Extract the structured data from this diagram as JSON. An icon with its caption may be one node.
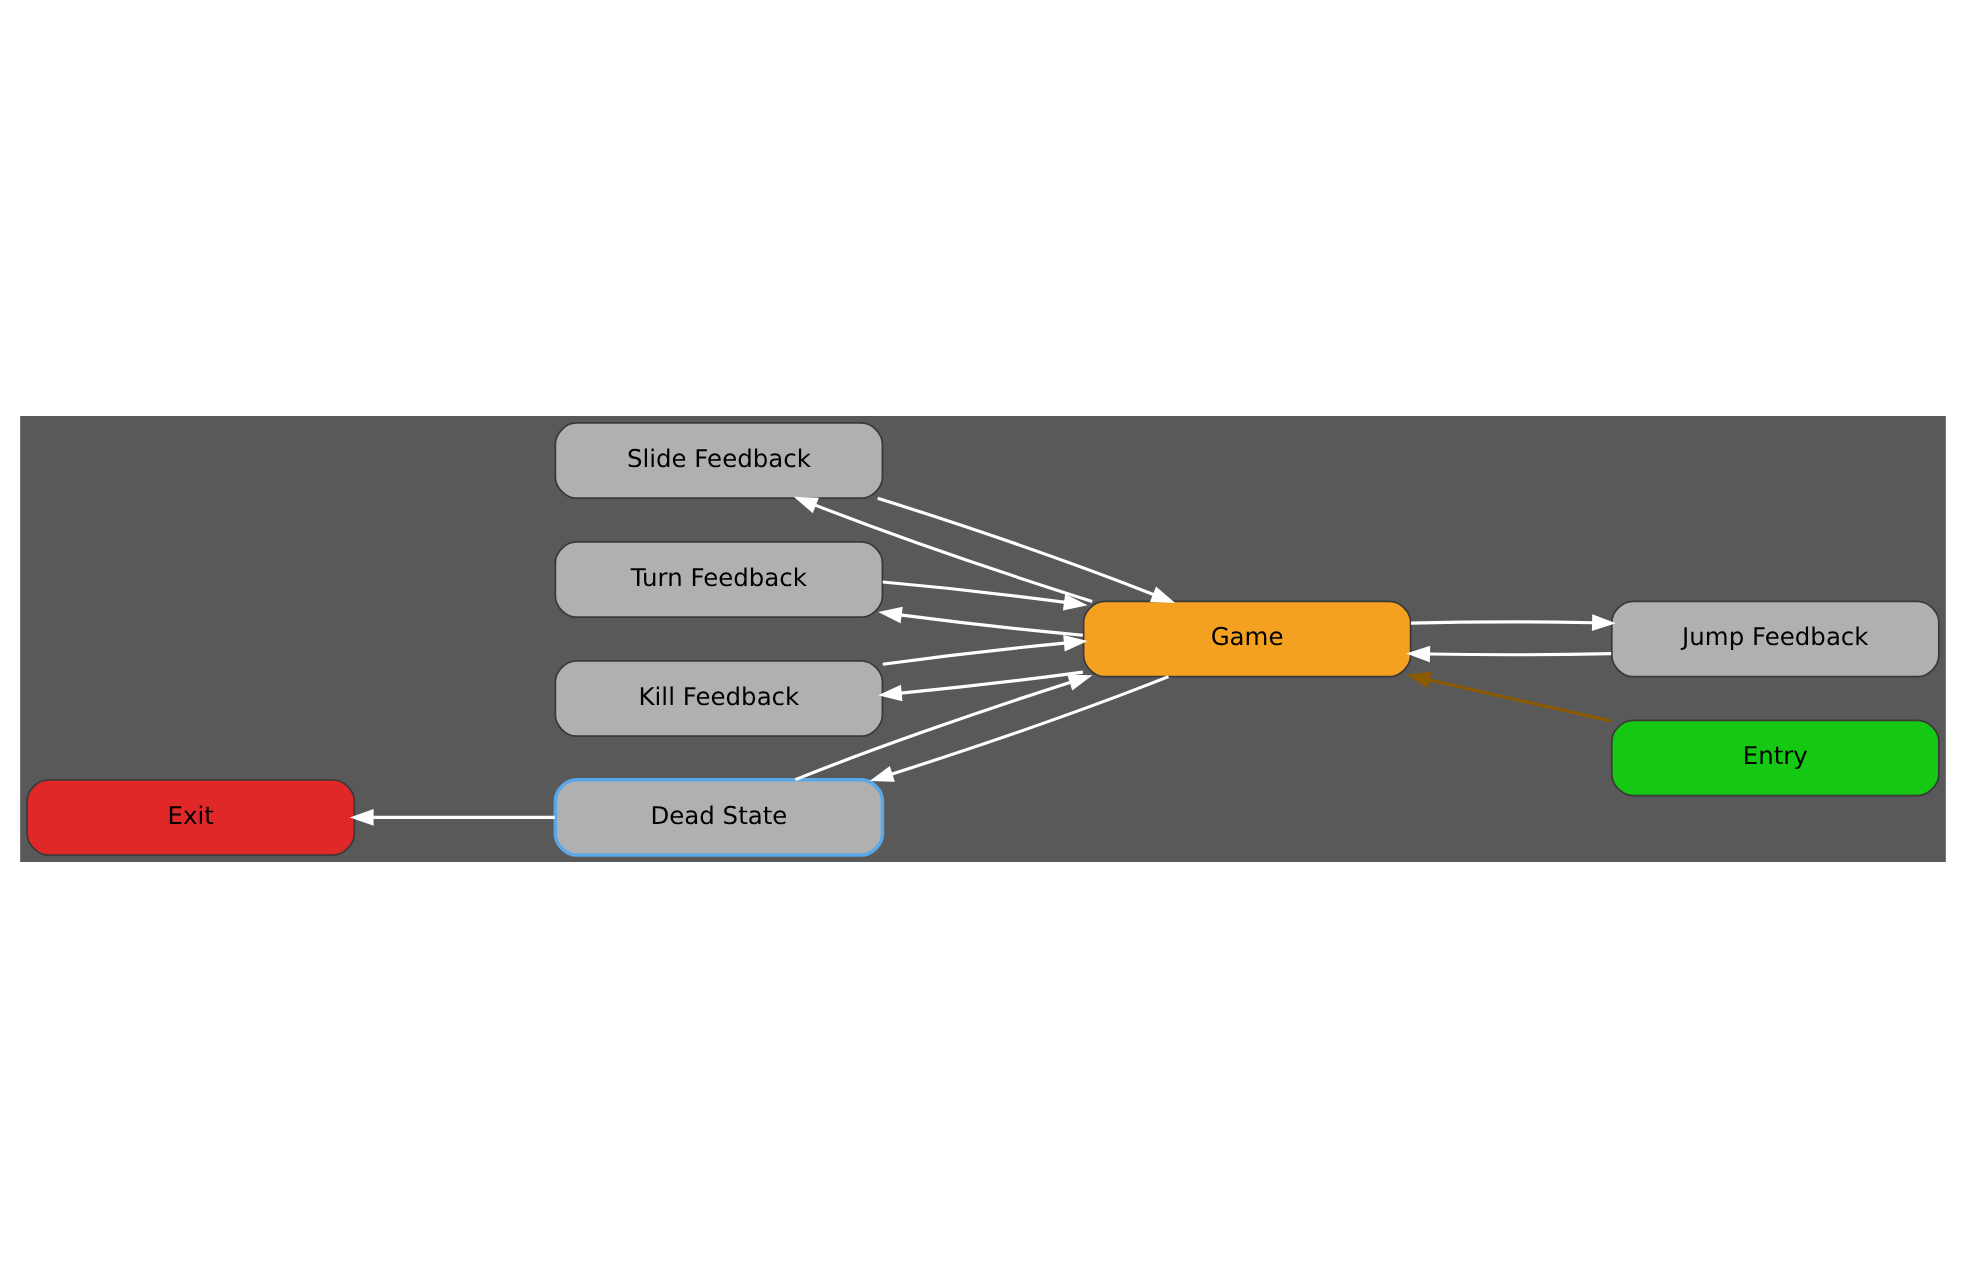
{
  "diagram": {
    "nodes": [
      {
        "text": [
          "Jump Feedback"
        ]
      },
      {
        "text": [
          "Slide Feedback"
        ]
      },
      {
        "text": [
          "Turn Feedback"
        ]
      },
      {
        "text": [
          "Kill Feedback"
        ]
      },
      {
        "text": [
          "Entry"
        ]
      },
      {
        "text": [
          "Game"
        ]
      },
      {
        "text": [
          "Dead State"
        ]
      },
      {
        "text": [
          "Exit"
        ]
      }
    ],
    "edges": [
      {
        "from": 4,
        "to": 5,
        "arrow": "to",
        "color": "#8b5a00"
      },
      {
        "from": 5,
        "to": 0,
        "arrow": "to"
      },
      {
        "from": 0,
        "to": 5,
        "arrow": "to"
      },
      {
        "from": 5,
        "to": 1,
        "arrow": "to"
      },
      {
        "from": 1,
        "to": 5,
        "arrow": "to"
      },
      {
        "from": 5,
        "to": 2,
        "arrow": "to"
      },
      {
        "from": 2,
        "to": 5,
        "arrow": "to"
      },
      {
        "from": 5,
        "to": 3,
        "arrow": "to"
      },
      {
        "from": 3,
        "to": 5,
        "arrow": "to"
      },
      {
        "from": 5,
        "to": 6,
        "arrow": "to"
      },
      {
        "from": 6,
        "to": 5,
        "arrow": "to"
      },
      {
        "from": 6,
        "to": 7,
        "arrow": "to"
      }
    ]
  }
}
